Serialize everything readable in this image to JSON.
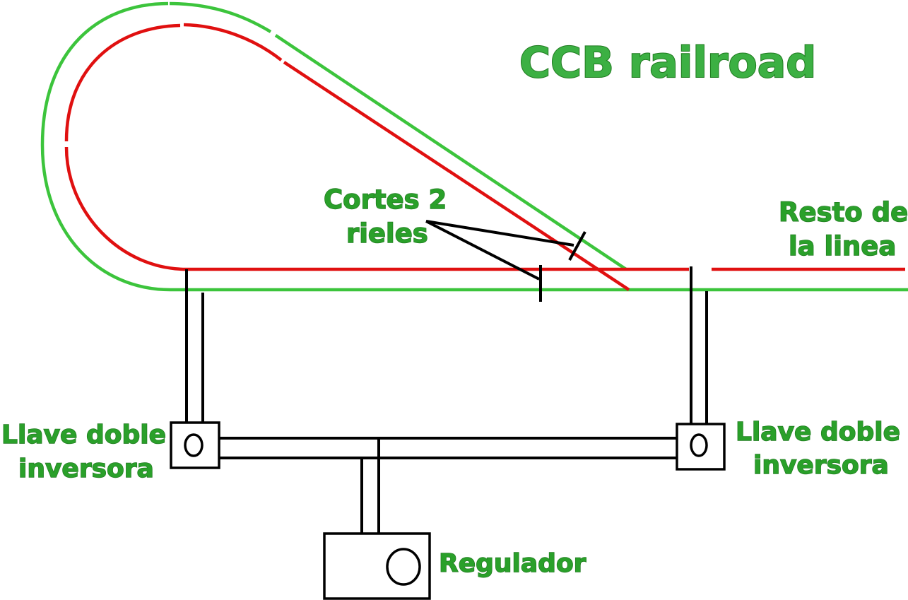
{
  "title": "CCB railroad",
  "labels": {
    "cortes_line1": "Cortes 2",
    "cortes_line2": "rieles",
    "resto_line1": "Resto de",
    "resto_line2": "la linea",
    "llave_left_line1": "Llave doble",
    "llave_left_line2": "inversora",
    "llave_right_line1": "Llave doble",
    "llave_right_line2": "inversora",
    "regulador": "Regulador"
  },
  "colors": {
    "outer_rail": "#3cc43c",
    "inner_rail": "#e01010",
    "wire": "#000000",
    "label": "#2aa02a"
  }
}
